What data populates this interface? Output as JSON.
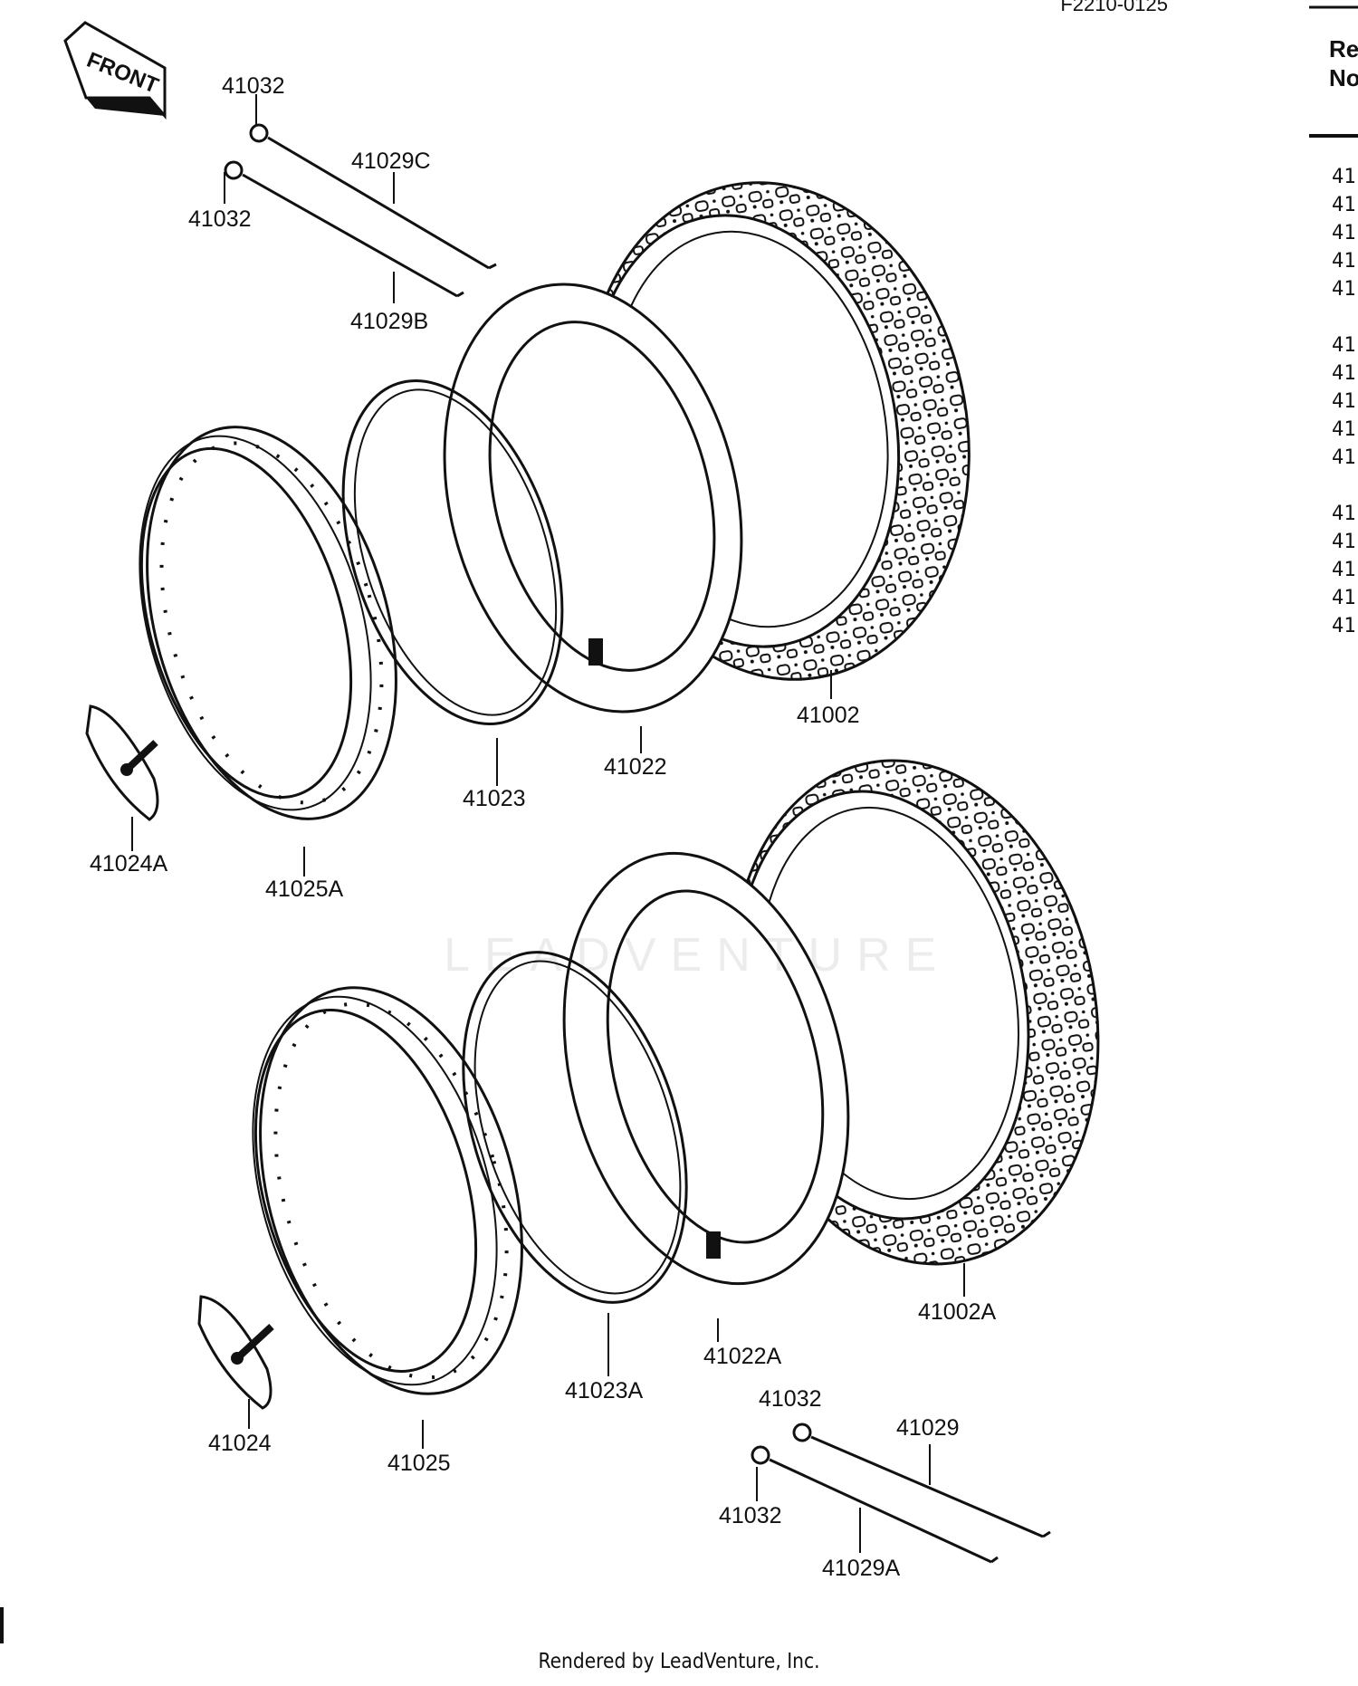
{
  "diagram_code": "F2210-0125",
  "front_arrow_label": "FRONT",
  "ref_header": "Ref\nNo",
  "ref_numbers": [
    "41",
    "41",
    "41",
    "41",
    "41",
    "",
    "41",
    "41",
    "41",
    "41",
    "41",
    "",
    "41",
    "41",
    "41",
    "41",
    "41"
  ],
  "labels": {
    "l41032_a": "41032",
    "l41029c": "41029C",
    "l41032_b": "41032",
    "l41029b": "41029B",
    "l41002": "41002",
    "l41022": "41022",
    "l41023": "41023",
    "l41024a": "41024A",
    "l41025a": "41025A",
    "l41002a": "41002A",
    "l41022a": "41022A",
    "l41023a": "41023A",
    "l41024": "41024",
    "l41025": "41025",
    "l41032_c": "41032",
    "l41029": "41029",
    "l41032_d": "41032",
    "l41029a": "41029A"
  },
  "watermark": "LEADVENTURE",
  "footer": "Rendered by LeadVenture, Inc."
}
